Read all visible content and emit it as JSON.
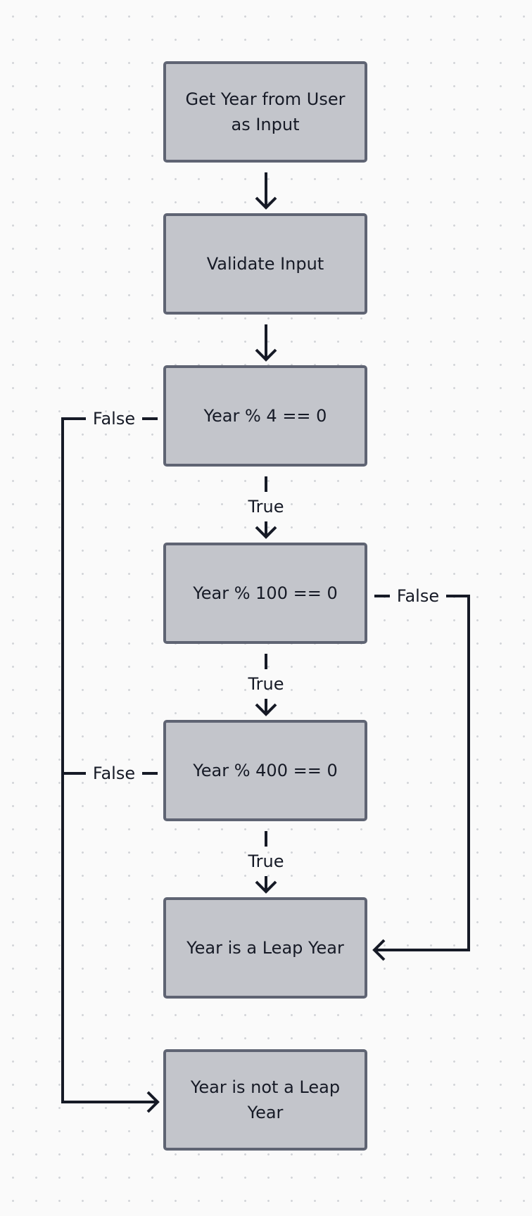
{
  "diagram": {
    "nodes": [
      {
        "id": "get-year",
        "label": "Get Year from User as Input"
      },
      {
        "id": "validate",
        "label": "Validate Input"
      },
      {
        "id": "div4",
        "label": "Year % 4 == 0"
      },
      {
        "id": "div100",
        "label": "Year % 100 == 0"
      },
      {
        "id": "div400",
        "label": "Year % 400 == 0"
      },
      {
        "id": "leap",
        "label": "Year is a Leap Year"
      },
      {
        "id": "not-leap",
        "label": "Year is not a Leap Year"
      }
    ],
    "edges": [
      {
        "from": "get-year",
        "to": "validate",
        "label": ""
      },
      {
        "from": "validate",
        "to": "div4",
        "label": ""
      },
      {
        "from": "div4",
        "to": "div100",
        "label": "True"
      },
      {
        "from": "div4",
        "to": "not-leap",
        "label": "False"
      },
      {
        "from": "div100",
        "to": "div400",
        "label": "True"
      },
      {
        "from": "div100",
        "to": "leap",
        "label": "False"
      },
      {
        "from": "div400",
        "to": "leap",
        "label": "True"
      },
      {
        "from": "div400",
        "to": "not-leap",
        "label": "False"
      }
    ],
    "colors": {
      "node_fill": "#c3c5cb",
      "node_border": "#5f6473",
      "text": "#161a26",
      "line": "#161a26",
      "background": "#fafafa",
      "grid_dots": "#d2d4d8"
    }
  }
}
